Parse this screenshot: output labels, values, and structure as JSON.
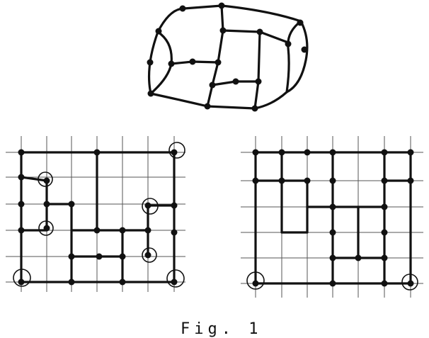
{
  "figure": {
    "caption": "Fig. 1",
    "panels": [
      "top-3d-graph",
      "left-grid-graph",
      "right-grid-graph"
    ],
    "colors": {
      "ink": "#111111",
      "grid": "#555555",
      "paper": "#ffffff"
    }
  }
}
